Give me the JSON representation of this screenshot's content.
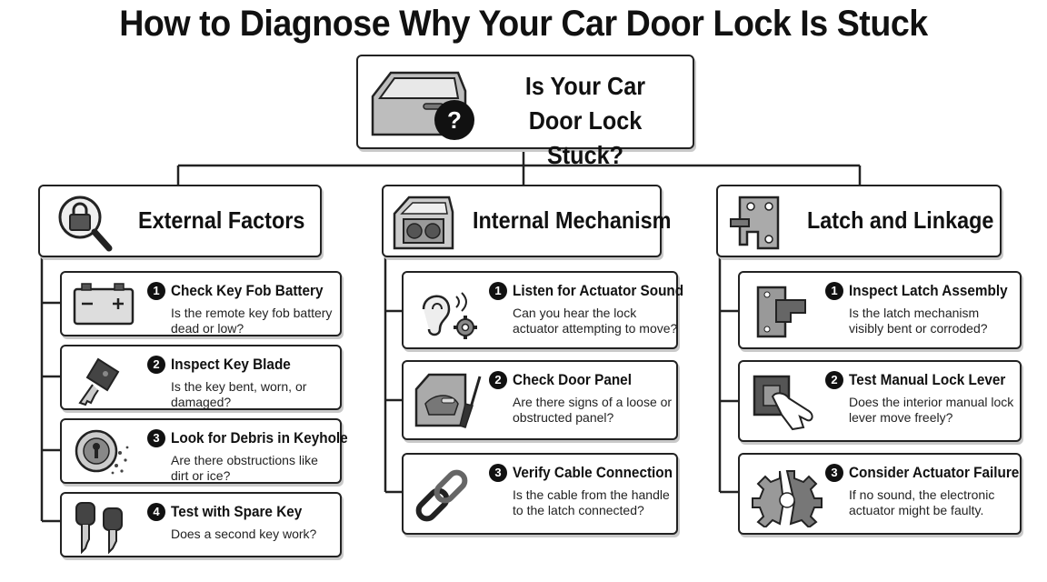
{
  "title": "How to Diagnose Why Your Car Door Lock Is Stuck",
  "root": {
    "line1": "Is Your Car",
    "line2": "Door Lock Stuck?"
  },
  "categories": [
    {
      "label": "External Factors",
      "icon": "magnifier-lock-icon",
      "items": [
        {
          "num": "1",
          "title": "Check Key Fob Battery",
          "desc": "Is the remote key fob battery dead or low?",
          "icon": "battery-icon"
        },
        {
          "num": "2",
          "title": "Inspect Key Blade",
          "desc": "Is the key bent, worn, or damaged?",
          "icon": "car-key-icon"
        },
        {
          "num": "3",
          "title": "Look for Debris in Keyhole",
          "desc": "Are there obstructions like dirt or ice?",
          "icon": "keyhole-debris-icon"
        },
        {
          "num": "4",
          "title": "Test with Spare Key",
          "desc": "Does a second key work?",
          "icon": "two-keys-icon"
        }
      ]
    },
    {
      "label": "Internal Mechanism",
      "icon": "door-interior-icon",
      "items": [
        {
          "num": "1",
          "title": "Listen for Actuator Sound",
          "desc": "Can you hear the lock actuator attempting to move?",
          "icon": "ear-gear-icon"
        },
        {
          "num": "2",
          "title": "Check Door Panel",
          "desc": "Are there signs of a loose or obstructed panel?",
          "icon": "door-panel-screwdriver-icon"
        },
        {
          "num": "3",
          "title": "Verify Cable Connection",
          "desc": "Is the cable from the handle to the latch connected?",
          "icon": "chain-link-icon"
        }
      ]
    },
    {
      "label": "Latch and Linkage",
      "icon": "latch-plate-icon",
      "items": [
        {
          "num": "1",
          "title": "Inspect Latch Assembly",
          "desc": "Is the latch mechanism visibly bent or corroded?",
          "icon": "latch-assembly-icon"
        },
        {
          "num": "2",
          "title": "Test Manual Lock Lever",
          "desc": "Does the interior manual lock lever move freely?",
          "icon": "hand-lever-icon"
        },
        {
          "num": "3",
          "title": "Consider Actuator Failure",
          "desc": "If no sound, the electronic actuator might be faulty.",
          "icon": "broken-gear-icon"
        }
      ]
    }
  ]
}
